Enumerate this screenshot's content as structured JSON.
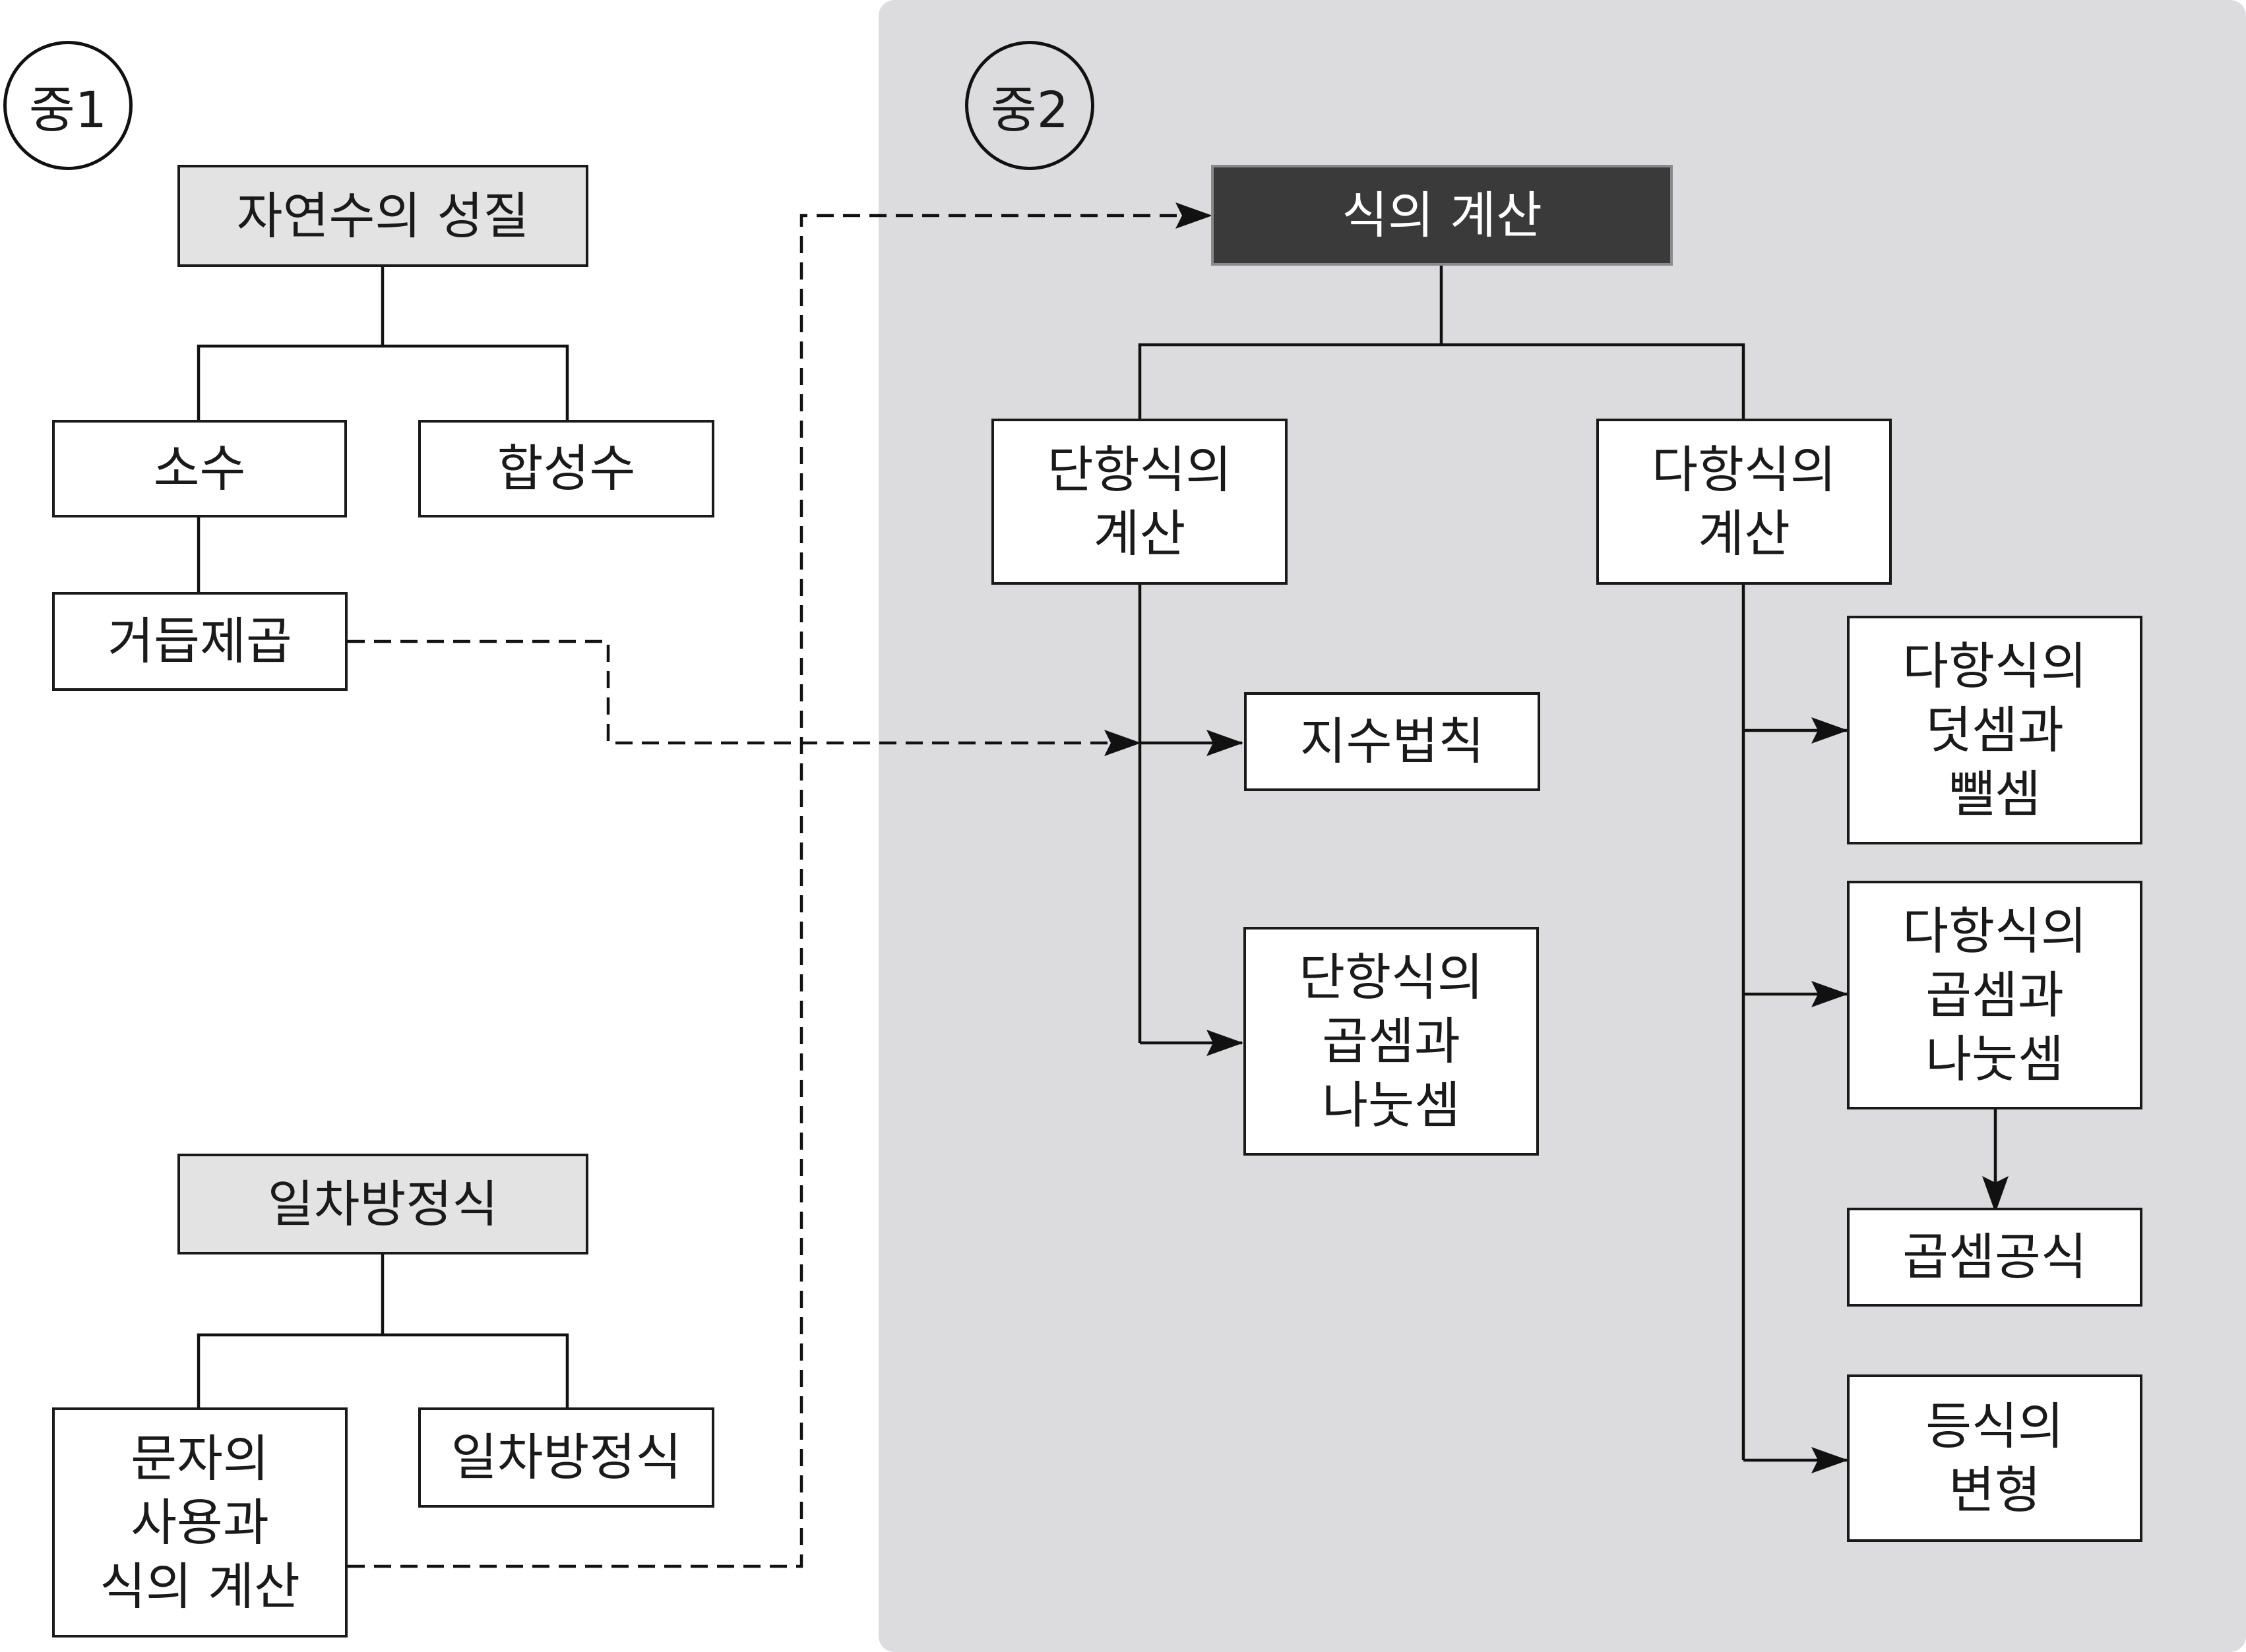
{
  "badges": {
    "middle1": "중1",
    "middle2": "중2"
  },
  "left": {
    "root_natural": "자연수의 성질",
    "prime": "소수",
    "composite": "합성수",
    "powers": "거듭제곱",
    "root_linear": "일차방정식",
    "letters": "문자의\n사용과\n식의 계산",
    "linear": "일차방정식"
  },
  "right": {
    "root": "식의 계산",
    "monomial_calc": "단항식의\n계산",
    "polynomial_calc": "다항식의\n계산",
    "exponent_laws": "지수법칙",
    "monomial_muldiv": "단항식의\n곱셈과\n나눗셈",
    "poly_addsub": "다항식의\n덧셈과\n뺄셈",
    "poly_muldiv": "다항식의\n곱셈과\n나눗셈",
    "mult_formula": "곱셈공식",
    "eq_transform": "등식의\n변형"
  },
  "colors": {
    "panel": "#dcdcde",
    "highlight_box": "#3a3a3a",
    "gray_box": "#e3e3e3"
  }
}
